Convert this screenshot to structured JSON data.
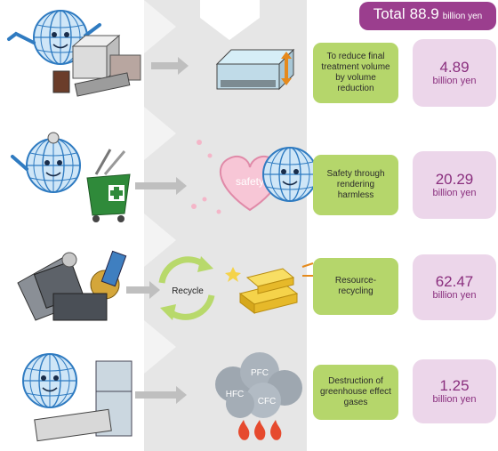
{
  "total": {
    "label": "Total",
    "value": "88.9",
    "unit": "billion yen"
  },
  "rows": [
    {
      "description": "To reduce final treatment volume by volume reduction",
      "amount": "4.89",
      "unit": "billion yen"
    },
    {
      "description": "Safety through rendering harmless",
      "amount": "20.29",
      "unit": "billion yen"
    },
    {
      "description": "Resource-recycling",
      "amount": "62.47",
      "unit": "billion yen"
    },
    {
      "description": "Destruction of greenhouse effect gases",
      "amount": "1.25",
      "unit": "billion yen"
    }
  ],
  "labels": {
    "safety": "safety",
    "recycle": "Recycle",
    "gas1": "PFC",
    "gas2": "HFC",
    "gas3": "CFC"
  },
  "colors": {
    "accent": "#9b3e8e",
    "description_box": "#b5d66b",
    "amount_box": "#ecd6ea",
    "band": "#e6e6e6"
  }
}
